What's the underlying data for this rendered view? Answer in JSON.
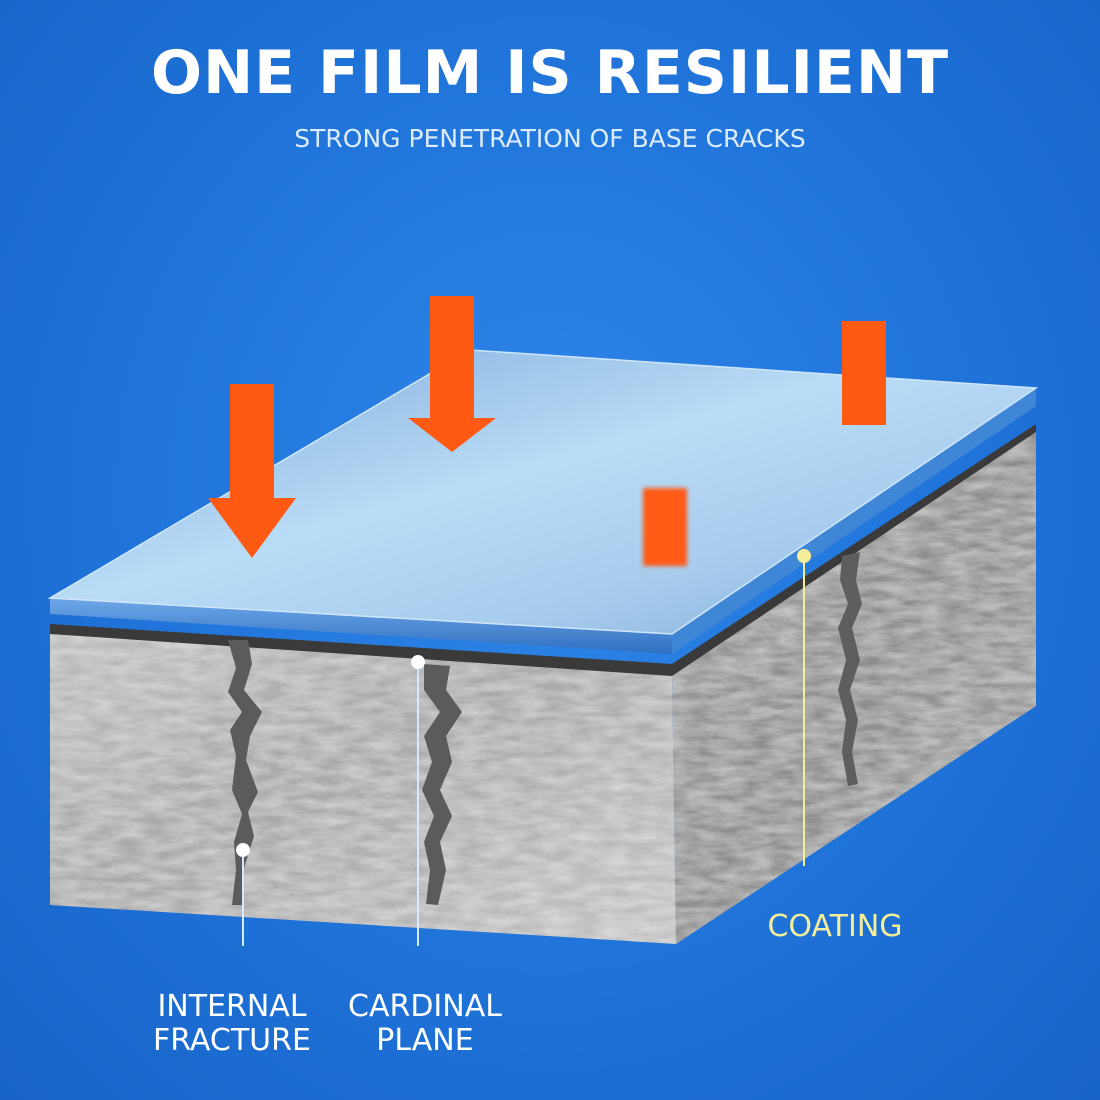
{
  "title": "ONE FILM IS RESILIENT",
  "subtitle": "STRONG PENETRATION OF BASE CRACKS",
  "labels": {
    "internal_fracture": [
      "INTERNAL",
      "FRACTURE"
    ],
    "cardinal_plane": [
      "CARDINAL",
      "PLANE"
    ],
    "coating": "COATING"
  },
  "colors": {
    "background": "#1f73d9",
    "arrow": "#ff5a14",
    "coating_label": "#f4ee9a",
    "stone": "#a9a9a9",
    "film": "#9ec8ee"
  }
}
